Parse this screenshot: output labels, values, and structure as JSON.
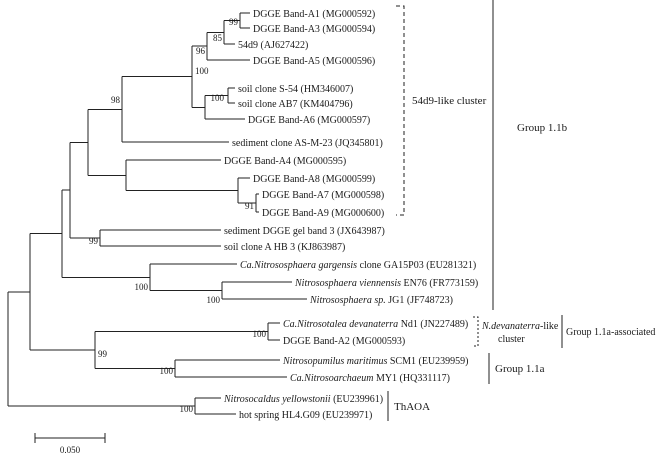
{
  "colors": {
    "ink": "#1a1a1a",
    "background": "#ffffff"
  },
  "tree": {
    "taxa": [
      {
        "em": "",
        "rest": "DGGE Band-A1 (MG000592)"
      },
      {
        "em": "",
        "rest": "DGGE Band-A3 (MG000594)"
      },
      {
        "em": "",
        "rest": "54d9 (AJ627422)"
      },
      {
        "em": "",
        "rest": "DGGE Band-A5 (MG000596)"
      },
      {
        "em": "",
        "rest": "soil clone S-54 (HM346007)"
      },
      {
        "em": "",
        "rest": "soil clone AB7 (KM404796)"
      },
      {
        "em": "",
        "rest": "DGGE Band-A6 (MG000597)"
      },
      {
        "em": "",
        "rest": "sediment clone AS-M-23 (JQ345801)"
      },
      {
        "em": "",
        "rest": "DGGE Band-A4 (MG000595)"
      },
      {
        "em": "",
        "rest": "DGGE Band-A8 (MG000599)"
      },
      {
        "em": "",
        "rest": "DGGE Band-A7 (MG000598)"
      },
      {
        "em": "",
        "rest": "DGGE Band-A9 (MG000600)"
      },
      {
        "em": "",
        "rest": "sediment DGGE gel band 3 (JX643987)"
      },
      {
        "em": "",
        "rest": "soil clone A HB 3 (KJ863987)"
      },
      {
        "em": "Ca.Nitrososphaera gargensis",
        "rest": " clone GA15P03 (EU281321)"
      },
      {
        "em": "Nitrososphaera viennensis",
        "rest": " EN76 (FR773159)"
      },
      {
        "em": "Nitrososphaera sp.",
        "rest": " JG1 (JF748723)"
      },
      {
        "em": "Ca.Nitrosotalea devanaterra",
        "rest": " Nd1 (JN227489)"
      },
      {
        "em": "",
        "rest": "DGGE Band-A2 (MG000593)"
      },
      {
        "em": "Nitrosopumilus maritimus",
        "rest": " SCM1 (EU239959)"
      },
      {
        "em": "Ca.Nitrosoarchaeum",
        "rest": " MY1 (HQ331117)"
      },
      {
        "em": "Nitrosocaldus yellowstonii",
        "rest": " (EU239961)"
      },
      {
        "em": "",
        "rest": "hot spring HL4.G09 (EU239971)"
      }
    ],
    "bootstraps": [
      "99",
      "85",
      "96",
      "100",
      "100",
      "98",
      "91",
      "99",
      "100",
      "100",
      "100",
      "99",
      "100",
      "100"
    ],
    "annotations": {
      "cluster_54d9": "54d9-like cluster",
      "group_11b": "Group 1.1b",
      "ndev_em": "N.devanaterra",
      "ndev_rest": "-like",
      "ndev_line2": "cluster",
      "group_11a_assoc": "Group 1.1a-associated",
      "group_11a": "Group 1.1a",
      "thaoa": "ThAOA"
    },
    "scale_bar": {
      "label": "0.050"
    }
  }
}
